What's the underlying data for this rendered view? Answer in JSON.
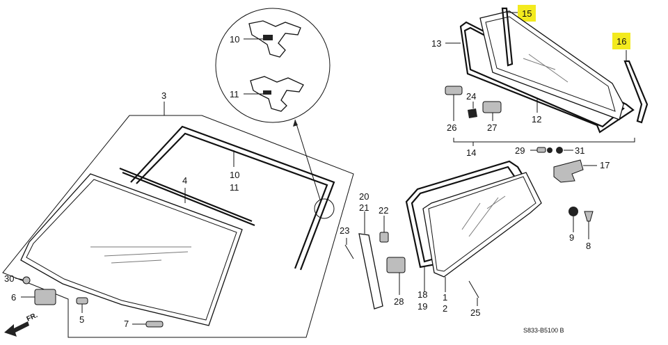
{
  "labels": {
    "p1": "1",
    "p2": "2",
    "p3": "3",
    "p4": "4",
    "p5": "5",
    "p6": "6",
    "p7": "7",
    "p8": "8",
    "p9": "9",
    "p10": "10",
    "p11": "11",
    "p12": "12",
    "p13": "13",
    "p14": "14",
    "p15": "15",
    "p16": "16",
    "p17": "17",
    "p18": "18",
    "p19": "19",
    "p20": "20",
    "p21": "21",
    "p22": "22",
    "p23": "23",
    "p24": "24",
    "p25": "25",
    "p26": "26",
    "p27": "27",
    "p28": "28",
    "p29": "29",
    "p30": "30",
    "p31": "31",
    "inset10": "10",
    "inset11": "11"
  },
  "highlighted": [
    "15",
    "16"
  ],
  "highlight_color": "#f3ea1e",
  "front_arrow_label": "FR.",
  "diagram_code": "S833-B5100 B"
}
